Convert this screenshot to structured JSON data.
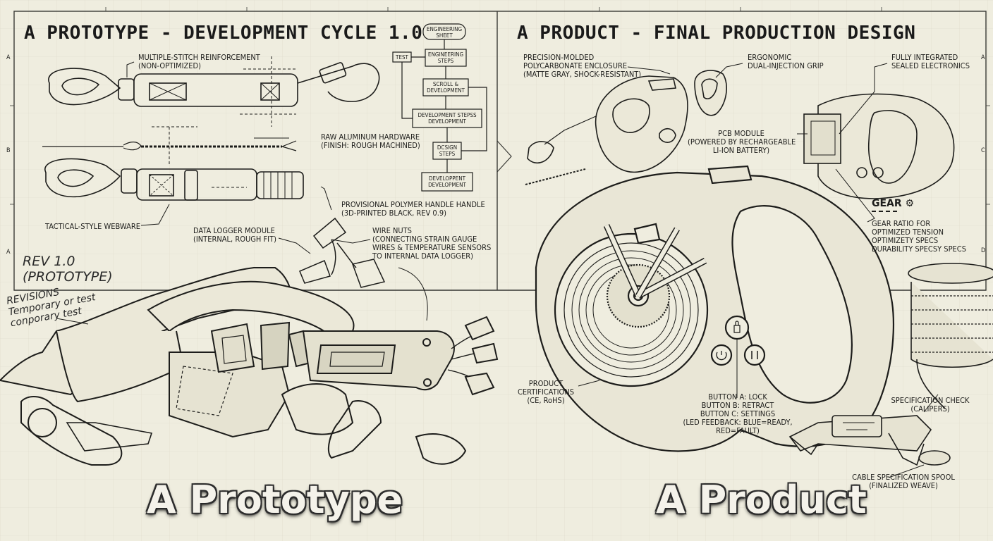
{
  "left_heading": "A PROTOTYPE - DEVELOPMENT CYCLE 1.0",
  "right_heading": "A PRODUCT - FINAL PRODUCTION DESIGN",
  "big_left": "A Prototype",
  "big_right": "A Product",
  "left_labels": {
    "stitch": [
      "MULTIPLE-STITCH REINFORCEMENT",
      "(NON-OPTIMIZED)"
    ],
    "aluminum": [
      "RAW ALUMINUM HARDWARE",
      "(FINISH: ROUGH MACHINED)"
    ],
    "handle": [
      "PROVISIONAL POLYMER HANDLE HANDLE",
      "(3D-PRINTED BLACK, REV 0.9)"
    ],
    "webware": [
      "TACTICAL-STYLE WEBWARE"
    ],
    "logger": [
      "DATA LOGGER MODULE",
      "(INTERNAL, ROUGH FIT)"
    ],
    "nuts": [
      "WIRE NUTS",
      "(CONNECTING STRAIN GAUGE",
      "WIRES & TEMPERATURE SENSORS",
      "TO INTERNAL DATA LOGGER)"
    ]
  },
  "flowchart": {
    "sheet": [
      "ENGINEERING",
      "SHEET"
    ],
    "test": "TEST",
    "eng_steps": [
      "ENGINEERING",
      "STEPS"
    ],
    "scroll": [
      "SCROLL &",
      "DEVELOPMENT"
    ],
    "dev_steps": [
      "DEVELOPMENT STEPSS",
      "DEVELOPMENT"
    ],
    "design": [
      "DCSIGN",
      "STEPS"
    ],
    "deployment": [
      "DEVELOPPENT",
      "DEVELOPMENT"
    ]
  },
  "rev_note": [
    "REV 1.0",
    "(PROTOTYPE)"
  ],
  "revisions_note": [
    "REVISIONS",
    "Temporary or test",
    "conporary test"
  ],
  "right_labels": {
    "enclosure": [
      "PRECISION-MOLDED",
      "POLYCARBONATE ENCLOSURE",
      "(MATTE GRAY, SHOCK-RESISTANT)"
    ],
    "grip": [
      "ERGONOMIC",
      "DUAL-INJECTION GRIP"
    ],
    "electronics": [
      "FULLY INTEGRATED",
      "SEALED ELECTRONICS"
    ],
    "pcb": [
      "PCB MODULE",
      "(POWERED BY RECHARGEABLE",
      "LI-ION BATTERY)"
    ],
    "gear_title": "GEAR",
    "gear_ratio": [
      "GEAR RATIO FOR",
      "OPTIMIZED TENSION",
      "OPTIMIZETY SPECS",
      "DURABILITY SPECSY SPECS"
    ],
    "certifications": [
      "PRODUCT",
      "CERTIFICATIONS",
      "(CE, RoHS)"
    ],
    "buttons": [
      "BUTTON A: LOCK",
      "BUTTON B: RETRACT",
      "BUTTON C: SETTINGS",
      "(LED FEEDBACK: BLUE=READY,",
      "RED=FAULT)"
    ],
    "spec_check": [
      "SPECIFICATION CHECK",
      "(CALIPERS)"
    ],
    "spool": [
      "CABLE SPECIFICATION SPOOL",
      "(FINALIZED WEAVE)"
    ]
  },
  "border_marks": [
    "A",
    "B",
    "A",
    "A",
    "C",
    "D"
  ],
  "colors": {
    "paper": "#efeddf",
    "ink": "#1d1d1b",
    "grid": "#9a978a"
  }
}
